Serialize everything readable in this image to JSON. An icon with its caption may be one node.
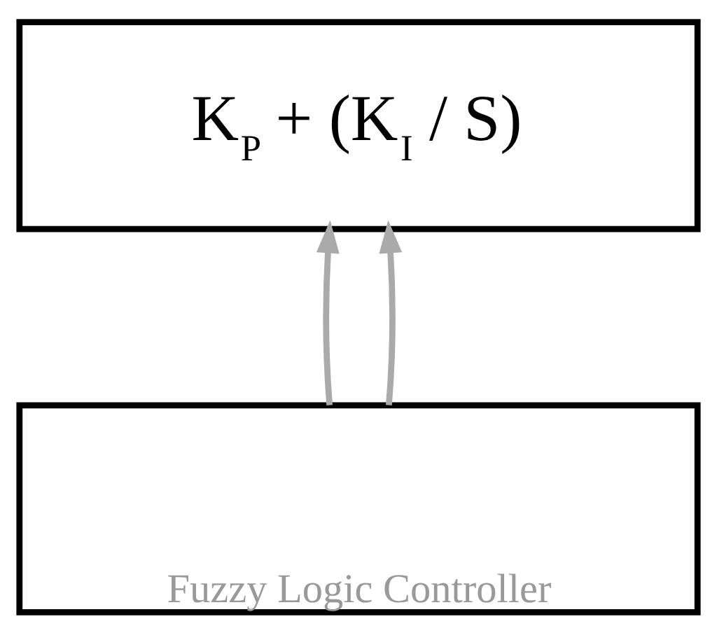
{
  "diagram": {
    "nodes": [
      {
        "text": [
          "K$_{P}$ + (K$_{I}$ / S)"
        ]
      },
      {
        "text": [
          "Fuzzy Logic Controller"
        ]
      }
    ],
    "edges": [
      {
        "from": 1,
        "to": 0,
        "arrow": "to"
      },
      {
        "from": 1,
        "to": 0,
        "arrow": "to"
      }
    ]
  }
}
